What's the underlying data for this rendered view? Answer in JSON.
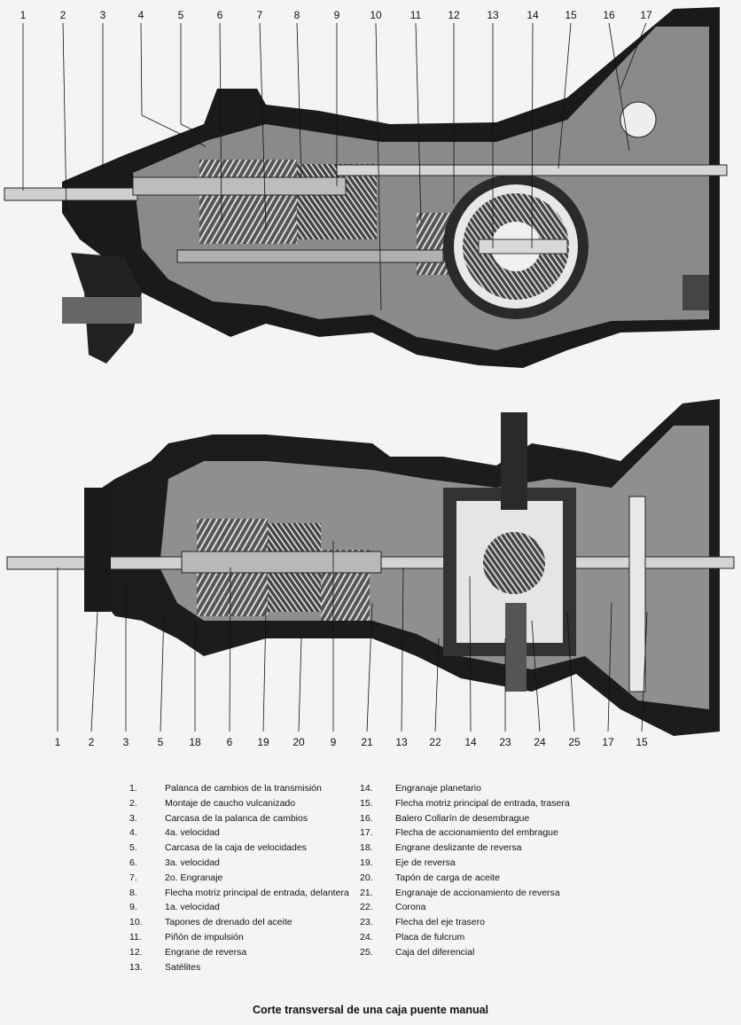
{
  "top_numbers": [
    "1",
    "2",
    "3",
    "4",
    "5",
    "6",
    "7",
    "8",
    "9",
    "10",
    "11",
    "12",
    "13",
    "14",
    "15",
    "16",
    "17"
  ],
  "bottom_numbers": [
    "1",
    "2",
    "3",
    "5",
    "18",
    "6",
    "19",
    "20",
    "9",
    "21",
    "13",
    "22",
    "14",
    "23",
    "24",
    "25",
    "17",
    "15"
  ],
  "legend_left": [
    {
      "n": "1.",
      "t": "Palanca de cambios de la transmisión"
    },
    {
      "n": "2.",
      "t": "Montaje de caucho vulcanizado"
    },
    {
      "n": "3.",
      "t": "Carcasa de la palanca de cambios"
    },
    {
      "n": "4.",
      "t": "4a. velocidad"
    },
    {
      "n": "5.",
      "t": "Carcasa de la caja de velocidades"
    },
    {
      "n": "6.",
      "t": "3a. velocidad"
    },
    {
      "n": "7.",
      "t": "2o. Engranaje"
    },
    {
      "n": "8.",
      "t": "Flecha motriz principal de entrada, delantera"
    },
    {
      "n": "9.",
      "t": "1a. velocidad"
    },
    {
      "n": "10.",
      "t": "Tapones de drenado del aceite"
    },
    {
      "n": "11.",
      "t": "Piñón de impulsión"
    },
    {
      "n": "12.",
      "t": "Engrane de reversa"
    },
    {
      "n": "13.",
      "t": "Satélites"
    }
  ],
  "legend_right": [
    {
      "n": "14.",
      "t": "Engranaje planetario"
    },
    {
      "n": "15.",
      "t": "Flecha motriz principal de entrada, trasera"
    },
    {
      "n": "16.",
      "t": "Balero Collarín de desembrague"
    },
    {
      "n": "17.",
      "t": "Flecha de accionamiento del embrague"
    },
    {
      "n": "18.",
      "t": "Engrane deslizante de reversa"
    },
    {
      "n": "19.",
      "t": "Eje de reversa"
    },
    {
      "n": "20.",
      "t": "Tapón de carga de aceite"
    },
    {
      "n": "21.",
      "t": "Engranaje de accionamiento de reversa"
    },
    {
      "n": "22.",
      "t": "Corona"
    },
    {
      "n": "23.",
      "t": "Flecha del eje trasero"
    },
    {
      "n": "24.",
      "t": "Placa de fulcrum"
    },
    {
      "n": "25.",
      "t": "Caja del diferencial"
    }
  ],
  "caption": "Corte transversal de una caja puente manual"
}
